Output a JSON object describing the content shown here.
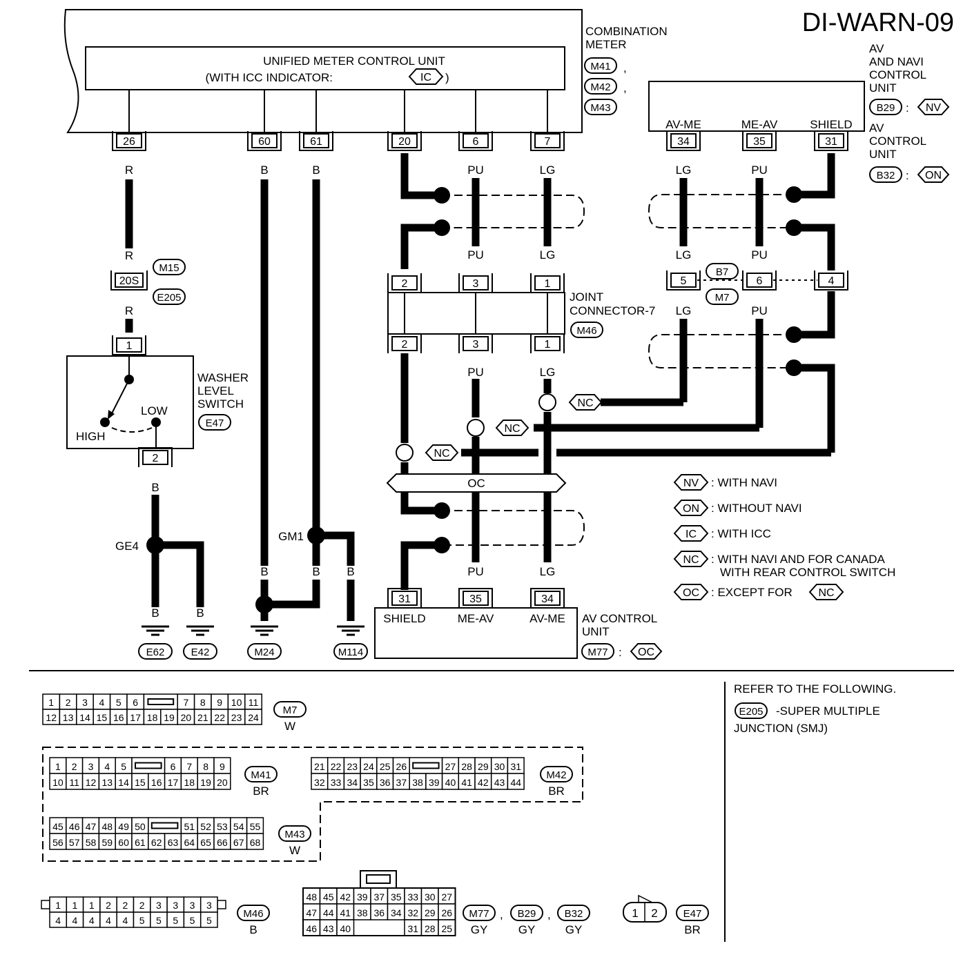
{
  "page_code": "DI-WARN-09",
  "combination_meter": {
    "label_1": "COMBINATION",
    "label_2": "METER",
    "connectors": [
      "M41",
      "M42",
      "M43"
    ],
    "unit_title_1": "UNIFIED METER CONTROL UNIT",
    "unit_title_2a": "(WITH ICC INDICATOR:",
    "unit_title_tag": "IC",
    "unit_title_2b": ")",
    "pins": [
      "26",
      "60",
      "61",
      "20",
      "6",
      "7"
    ]
  },
  "av_navi_unit": {
    "label_1": "AV",
    "label_2": "AND NAVI",
    "label_3": "CONTROL",
    "label_4": "UNIT",
    "connector": "B29",
    "tag": "NV",
    "pin_names": [
      "AV-ME",
      "ME-AV",
      "SHIELD"
    ],
    "pins": [
      "34",
      "35",
      "31"
    ]
  },
  "av_unit_top": {
    "label_1": "AV",
    "label_2": "CONTROL",
    "label_3": "UNIT",
    "connector": "B32",
    "tag": "ON"
  },
  "wires": {
    "r": "R",
    "b": "B",
    "pu": "PU",
    "lg": "LG"
  },
  "m15_junction": {
    "pin": "20S",
    "connector_top": "M15",
    "connector_bottom": "E205"
  },
  "bm7_junction": {
    "pins": [
      "5",
      "6",
      "4"
    ],
    "connector_top": "B7",
    "connector_bottom": "M7"
  },
  "joint_connector": {
    "label_1": "JOINT",
    "label_2": "CONNECTOR-7",
    "connector": "M46",
    "pins": [
      "2",
      "3",
      "1"
    ]
  },
  "washer_switch": {
    "label_1": "WASHER",
    "label_2": "LEVEL",
    "label_3": "SWITCH",
    "connector": "E47",
    "pin_top": "1",
    "pin_bottom": "2",
    "high": "HIGH",
    "low": "LOW"
  },
  "grounds": {
    "ge4": "GE4",
    "gm1": "GM1",
    "labels": [
      "E62",
      "E42",
      "M24",
      "M114"
    ]
  },
  "nc_tag": "NC",
  "oc_tag": "OC",
  "av_control_unit": {
    "label_1": "AV CONTROL",
    "label_2": "UNIT",
    "connector": "M77",
    "tag": "OC",
    "pin_names": [
      "SHIELD",
      "ME-AV",
      "AV-ME"
    ],
    "pins": [
      "31",
      "35",
      "34"
    ]
  },
  "legend": [
    {
      "tag": "NV",
      "text": ": WITH NAVI"
    },
    {
      "tag": "ON",
      "text": ": WITHOUT NAVI"
    },
    {
      "tag": "IC",
      "text": ": WITH ICC"
    },
    {
      "tag": "NC",
      "text": ": WITH NAVI AND FOR CANADA",
      "text2": "WITH REAR CONTROL SWITCH"
    },
    {
      "tag": "OC",
      "text": ": EXCEPT FOR",
      "tag2": "NC"
    }
  ],
  "refer": {
    "line_1": "REFER TO THE FOLLOWING.",
    "connector": "E205",
    "line_2": "-SUPER MULTIPLE",
    "line_3": "JUNCTION (SMJ)"
  },
  "connector_views": [
    {
      "id": "M7",
      "color": "W",
      "row1": [
        "1",
        "2",
        "3",
        "4",
        "5",
        "6",
        "",
        "7",
        "8",
        "9",
        "10",
        "11"
      ],
      "row2": [
        "12",
        "13",
        "14",
        "15",
        "16",
        "17",
        "18",
        "19",
        "20",
        "21",
        "22",
        "23",
        "24"
      ]
    },
    {
      "id": "M41",
      "color": "BR",
      "row1": [
        "1",
        "2",
        "3",
        "4",
        "5",
        "",
        "6",
        "7",
        "8",
        "9"
      ],
      "row2": [
        "10",
        "11",
        "12",
        "13",
        "14",
        "15",
        "16",
        "17",
        "18",
        "19",
        "20"
      ]
    },
    {
      "id": "M42",
      "color": "BR",
      "row1": [
        "21",
        "22",
        "23",
        "24",
        "25",
        "26",
        "",
        "27",
        "28",
        "29",
        "30",
        "31"
      ],
      "row2": [
        "32",
        "33",
        "34",
        "35",
        "36",
        "37",
        "38",
        "39",
        "40",
        "41",
        "42",
        "43",
        "44"
      ]
    },
    {
      "id": "M43",
      "color": "W",
      "row1": [
        "45",
        "46",
        "47",
        "48",
        "49",
        "50",
        "",
        "51",
        "52",
        "53",
        "54",
        "55"
      ],
      "row2": [
        "56",
        "57",
        "58",
        "59",
        "60",
        "61",
        "62",
        "63",
        "64",
        "65",
        "66",
        "67",
        "68"
      ]
    },
    {
      "id": "M46",
      "color": "B",
      "row1": [
        "1",
        "1",
        "1",
        "2",
        "2",
        "2",
        "3",
        "3",
        "3",
        "3"
      ],
      "row2": [
        "4",
        "4",
        "4",
        "4",
        "4",
        "5",
        "5",
        "5",
        "5",
        "5"
      ]
    },
    {
      "id": "M77",
      "color": "GY",
      "row1": [
        "48",
        "45",
        "42",
        "39",
        "37",
        "35",
        "33",
        "30",
        "27"
      ],
      "row2": [
        "47",
        "44",
        "41",
        "38",
        "36",
        "34",
        "32",
        "29",
        "26"
      ],
      "row3": [
        "46",
        "43",
        "40",
        "",
        "",
        "",
        "31",
        "28",
        "25"
      ]
    },
    {
      "id": "B29",
      "color": "GY"
    },
    {
      "id": "B32",
      "color": "GY"
    },
    {
      "id": "E47",
      "color": "BR",
      "row1": [
        "1",
        "2"
      ]
    }
  ]
}
